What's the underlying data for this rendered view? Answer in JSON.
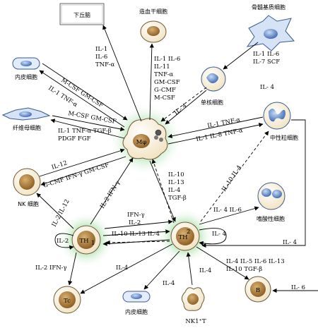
{
  "hypothalamus": "下丘脑",
  "cells": {
    "hsc": "造血干细胞",
    "bone_marrow_stroma": "骨髓基质细胞",
    "endothelial": "内皮细胞",
    "monocyte": "单核细胞",
    "fibroblast": "纤维母细胞",
    "neutrophil": "中性粒细胞",
    "nk": "NK 细胞",
    "eosinophil": "嗜酸性细胞",
    "endothelial_bottom": "内皮细胞",
    "macrophage": "Mφ",
    "th1": "TH",
    "th1_sub": "1",
    "th2": "TH",
    "th2_sub": "2",
    "tc": "Tc",
    "b": "B",
    "nk1t": "NK1⁺T"
  },
  "labels": {
    "to_hypothalamus": [
      "IL-1",
      "IL-6",
      "TNF-α"
    ],
    "to_hsc": [
      "IL-1 IL-6",
      "IL-11",
      "TNF-α",
      "GM-CSF",
      "G-CMF",
      "M-CSF"
    ],
    "stroma_to_mono": [
      "IL-1 IL-6",
      "IL-7 SCF"
    ],
    "il4_right": "IL- 4",
    "endo_1": "M-CSF GM-CSF",
    "endo_2": "IL-1 TNF-α",
    "mono_il4": "IL- 4",
    "fibro_1": "M-CSF GM-CSF",
    "fibro_2": "IL-1 TNF-α TGF-β",
    "fibro_3": "PDGF FGF",
    "neut_1": "IL-1 TNF-α",
    "neut_2": "IL-1 IL-8 TNF-α",
    "nk_1": "IL-12",
    "nk_2": "G-CMF IFN-γ GM-CSF",
    "th2_to_mac": [
      "IL-10",
      "IL-13",
      "IL-4",
      "TGF-β"
    ],
    "il10_il4": "IL-10 IL-4",
    "il2_il12": "IL-2 IL-12",
    "il2_ifn": "IL-2 IFN-γ",
    "th_il2": "IL-2",
    "th_ifn": "IFN-γ",
    "th_il10": "IL-10 IL-13 IL-4",
    "il4_il6": "IL- 4 IL-6",
    "il2_self": "IL-2",
    "il4_self": "IL- 4",
    "il4_long": "IL- 4",
    "tc_label": "IL-2 IFN-γ",
    "il4_tc": "IL-4",
    "il4_endo": "IL-4",
    "il4_nk1t": "IL-4",
    "b_labels": [
      "IL-4 IL-5 IL-6 IL-13",
      "IL-10 TGF-β"
    ],
    "il6_b": "IL- 6"
  }
}
